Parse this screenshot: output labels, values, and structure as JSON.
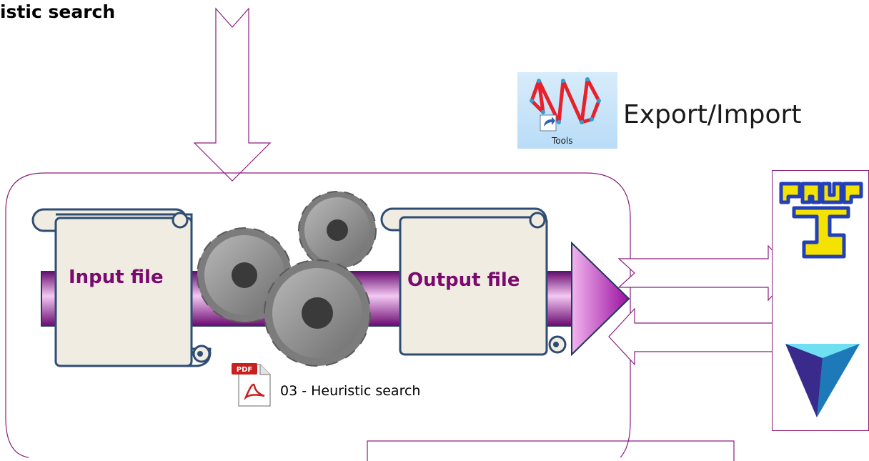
{
  "title": "istic search",
  "tools_icon": {
    "label": "Tools",
    "icon": "network-tools-icon"
  },
  "export_import_label": "Export/Import",
  "input_file_label": "Input file",
  "output_file_label": "Output file",
  "pdf_attachment": {
    "icon": "pdf-icon",
    "badge": "PDF",
    "label": "03 - Heuristic search"
  },
  "external_programs": [
    {
      "icon": "paup-logo-icon",
      "text": "PAUP"
    },
    {
      "icon": "triangle-logo-icon"
    }
  ],
  "colors": {
    "frame": "#8b1f7e",
    "file_text": "#7a0a6e",
    "scroll_fill": "#f0ece2",
    "scroll_border": "#2e4d72",
    "gear": "#8a8a8a",
    "arrow_purple": "#a01aa6"
  }
}
